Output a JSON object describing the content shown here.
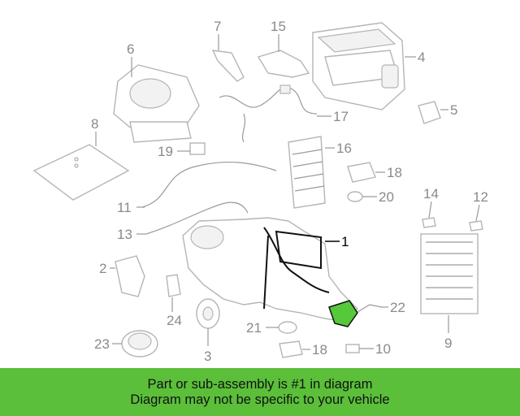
{
  "callouts": [
    {
      "n": "1"
    },
    {
      "n": "2"
    },
    {
      "n": "3"
    },
    {
      "n": "4"
    },
    {
      "n": "5"
    },
    {
      "n": "6"
    },
    {
      "n": "7"
    },
    {
      "n": "8"
    },
    {
      "n": "9"
    },
    {
      "n": "10"
    },
    {
      "n": "11"
    },
    {
      "n": "12"
    },
    {
      "n": "13"
    },
    {
      "n": "14"
    },
    {
      "n": "15"
    },
    {
      "n": "16"
    },
    {
      "n": "17"
    },
    {
      "n": "18"
    },
    {
      "n": "18"
    },
    {
      "n": "19"
    },
    {
      "n": "20"
    },
    {
      "n": "21"
    },
    {
      "n": "22"
    },
    {
      "n": "23"
    },
    {
      "n": "24"
    }
  ],
  "highlighted_part": "1",
  "colors": {
    "banner": "#5bbf3a",
    "highlight_fill": "#56c93a",
    "parts": "#b5b5b5"
  },
  "banner": {
    "line1": "Part or sub-assembly is #1 in diagram",
    "line2": "Diagram may not be specific to your vehicle"
  }
}
